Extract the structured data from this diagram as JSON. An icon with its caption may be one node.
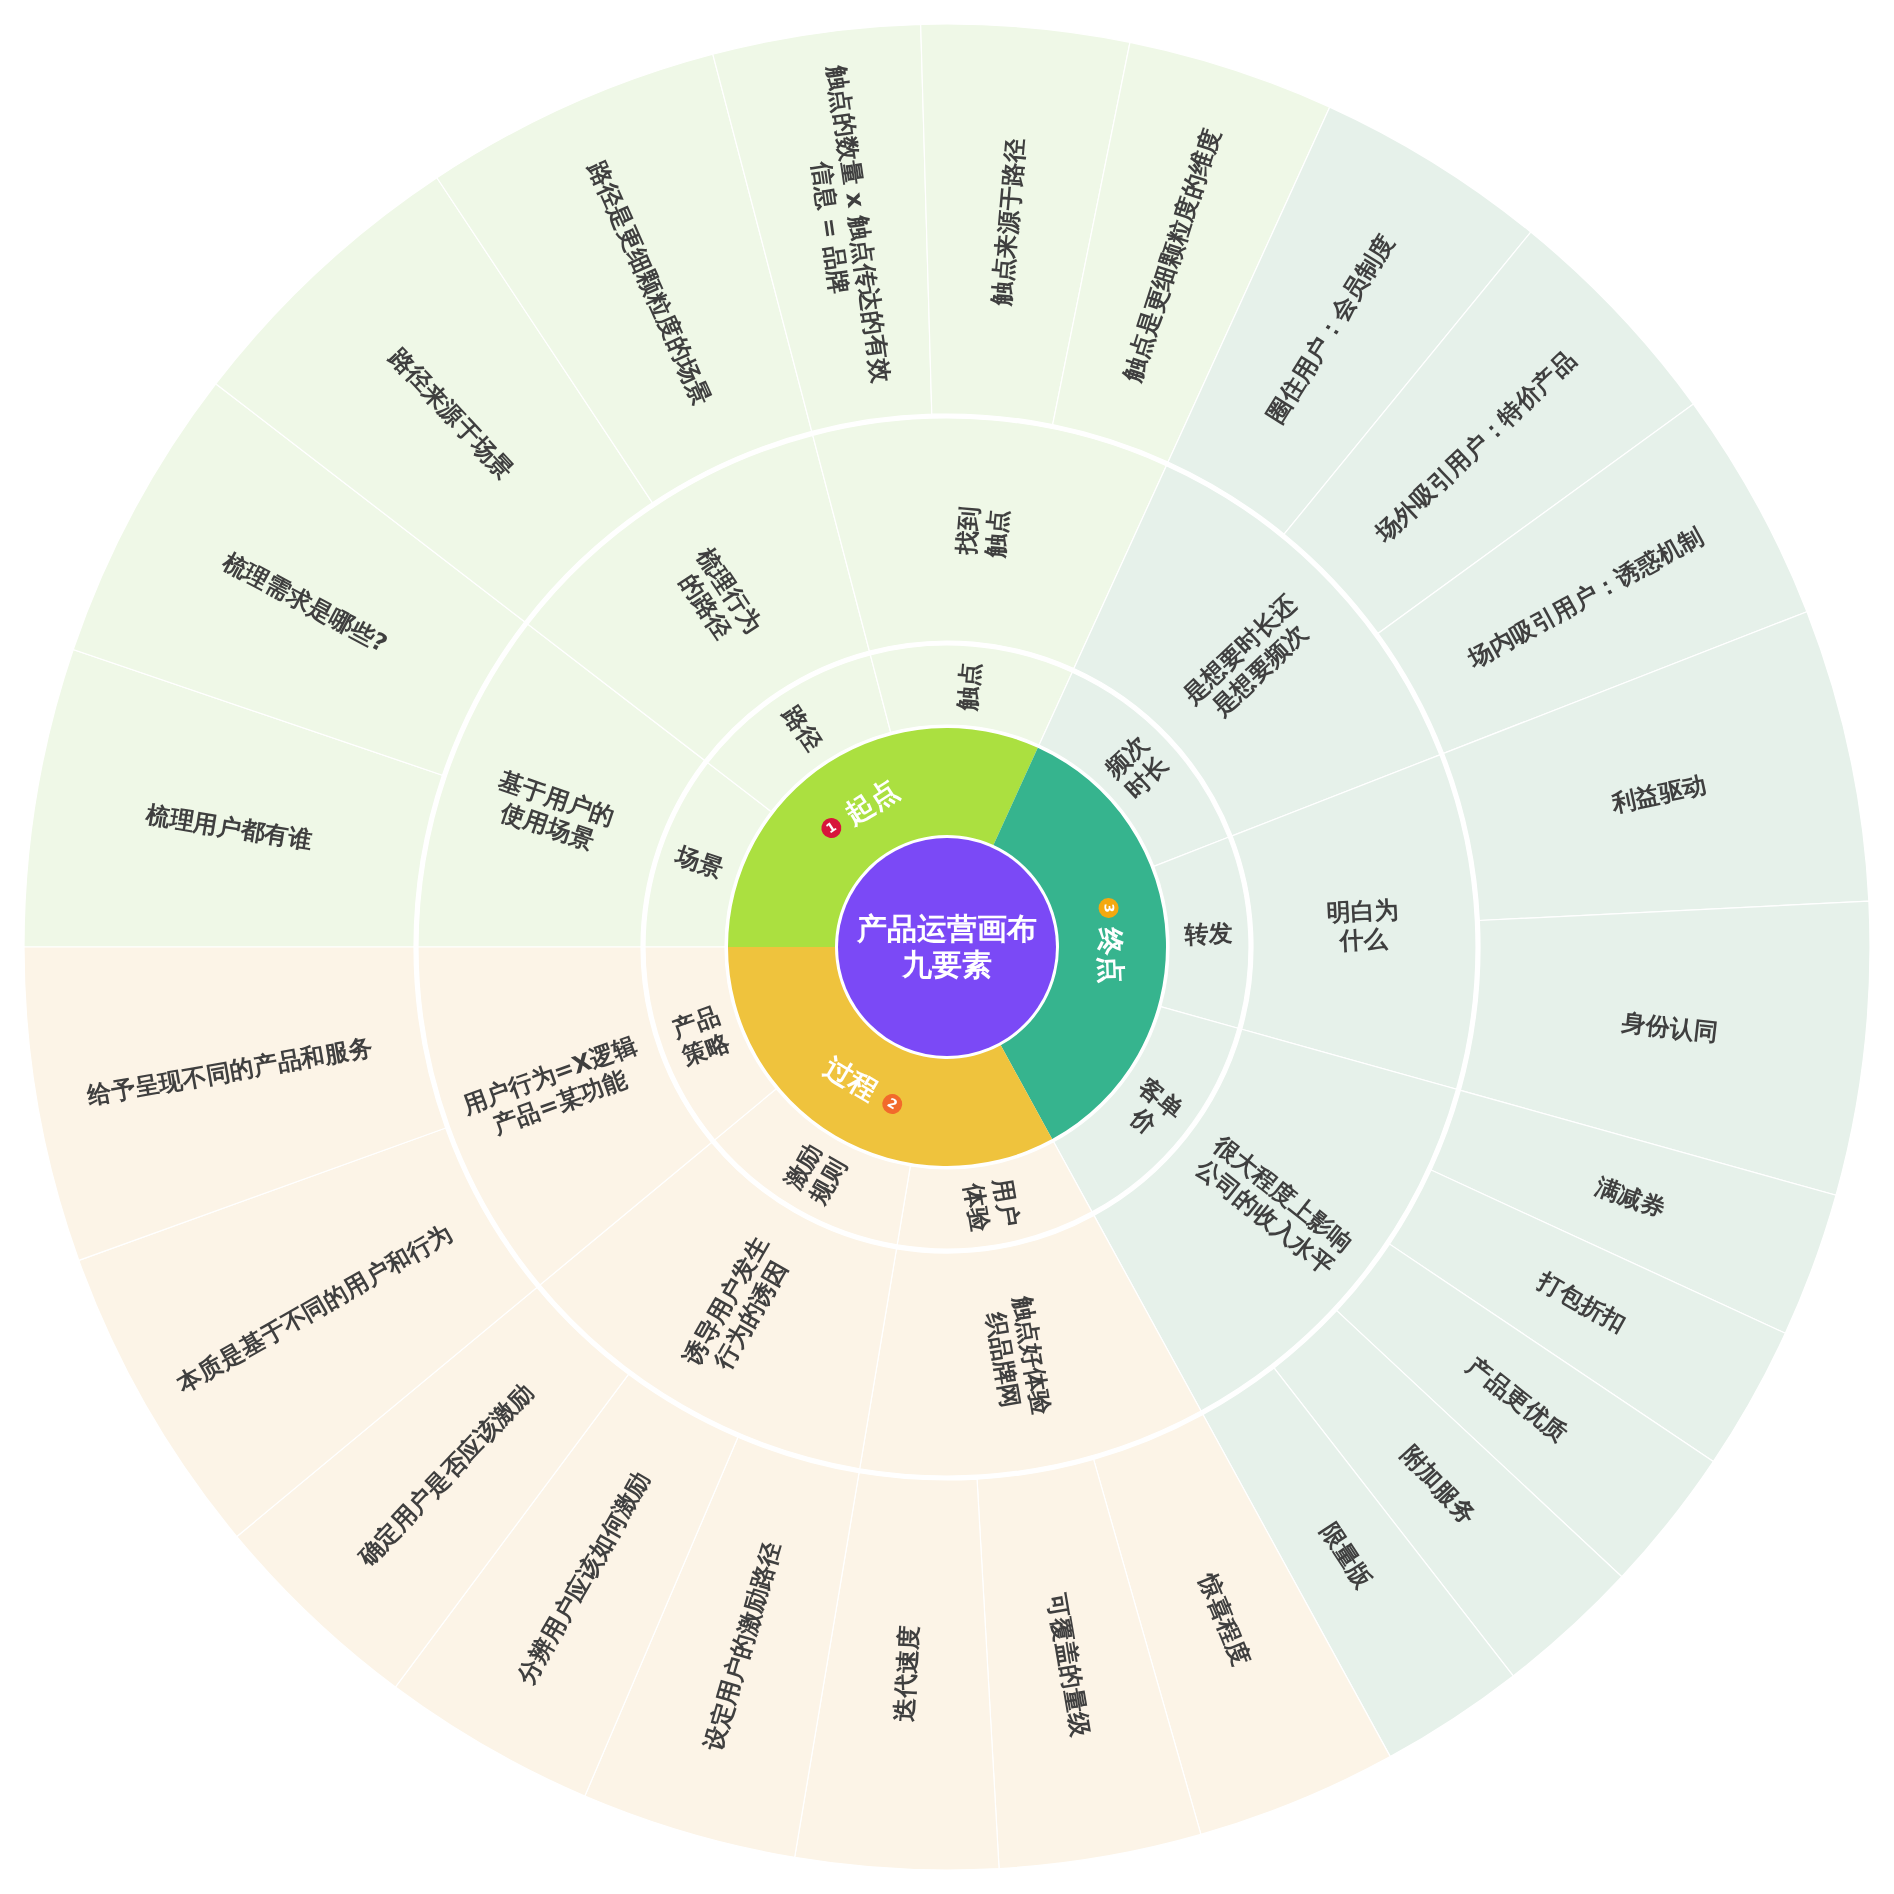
{
  "diagram": {
    "nodes": [
      {
        "text": [
          "产品运营画布九要素"
        ]
      },
      {
        "text": [
          "1",
          "起点"
        ]
      },
      {
        "text": [
          "场景"
        ]
      },
      {
        "text": [
          "基于用户的使用场景"
        ]
      },
      {
        "text": [
          "梳理用户都有谁"
        ]
      },
      {
        "text": [
          "梳理需求是哪些?"
        ]
      },
      {
        "text": [
          "路径"
        ]
      },
      {
        "text": [
          "梳理行为的路径"
        ]
      },
      {
        "text": [
          "路径来源于场景"
        ]
      },
      {
        "text": [
          "路径是更细颗粒度的场景"
        ]
      },
      {
        "text": [
          "触点"
        ]
      },
      {
        "text": [
          "找到触点"
        ]
      },
      {
        "text": [
          "触点的数量 x 触点传达的有效信息 = 品牌"
        ]
      },
      {
        "text": [
          "触点来源于路径"
        ]
      },
      {
        "text": [
          "触点是更细颗粒度的维度"
        ]
      },
      {
        "text": [
          "3",
          "终点"
        ]
      },
      {
        "text": [
          "频次时长"
        ]
      },
      {
        "text": [
          "是想要时长还是想要频次"
        ]
      },
      {
        "text": [
          "圈住用户：会员制度"
        ]
      },
      {
        "text": [
          "场外吸引用户：特价产品"
        ]
      },
      {
        "text": [
          "场内吸引用户：诱惑机制"
        ]
      },
      {
        "text": [
          "转发"
        ]
      },
      {
        "text": [
          "明白为什么"
        ]
      },
      {
        "text": [
          "利益驱动"
        ]
      },
      {
        "text": [
          "身份认同"
        ]
      },
      {
        "text": [
          "客单价"
        ]
      },
      {
        "text": [
          "很大程度上影响公司的收入水平"
        ]
      },
      {
        "text": [
          "满减券"
        ]
      },
      {
        "text": [
          "打包折扣"
        ]
      },
      {
        "text": [
          "产品更优质"
        ]
      },
      {
        "text": [
          "附加服务"
        ]
      },
      {
        "text": [
          "限量版"
        ]
      },
      {
        "text": [
          "过程",
          "2"
        ]
      },
      {
        "text": [
          "用户体验"
        ]
      },
      {
        "text": [
          "触点好体验织品牌网"
        ]
      },
      {
        "text": [
          "惊喜程度"
        ]
      },
      {
        "text": [
          "可覆盖的量级"
        ]
      },
      {
        "text": [
          "迭代速度"
        ]
      },
      {
        "text": [
          "激励规则"
        ]
      },
      {
        "text": [
          "诱导用户发生行为的诱因"
        ]
      },
      {
        "text": [
          "设定用户的激励路径"
        ]
      },
      {
        "text": [
          "分辨用户应该如何激励"
        ]
      },
      {
        "text": [
          "确定用户是否应该激励"
        ]
      },
      {
        "text": [
          "产品策略"
        ]
      },
      {
        "text": [
          "用户行为=X逻辑产品=某功能"
        ]
      },
      {
        "text": [
          "本质是基于不同的用户和行为"
        ]
      },
      {
        "text": [
          "给予呈现不同的产品和服务"
        ]
      }
    ]
  }
}
